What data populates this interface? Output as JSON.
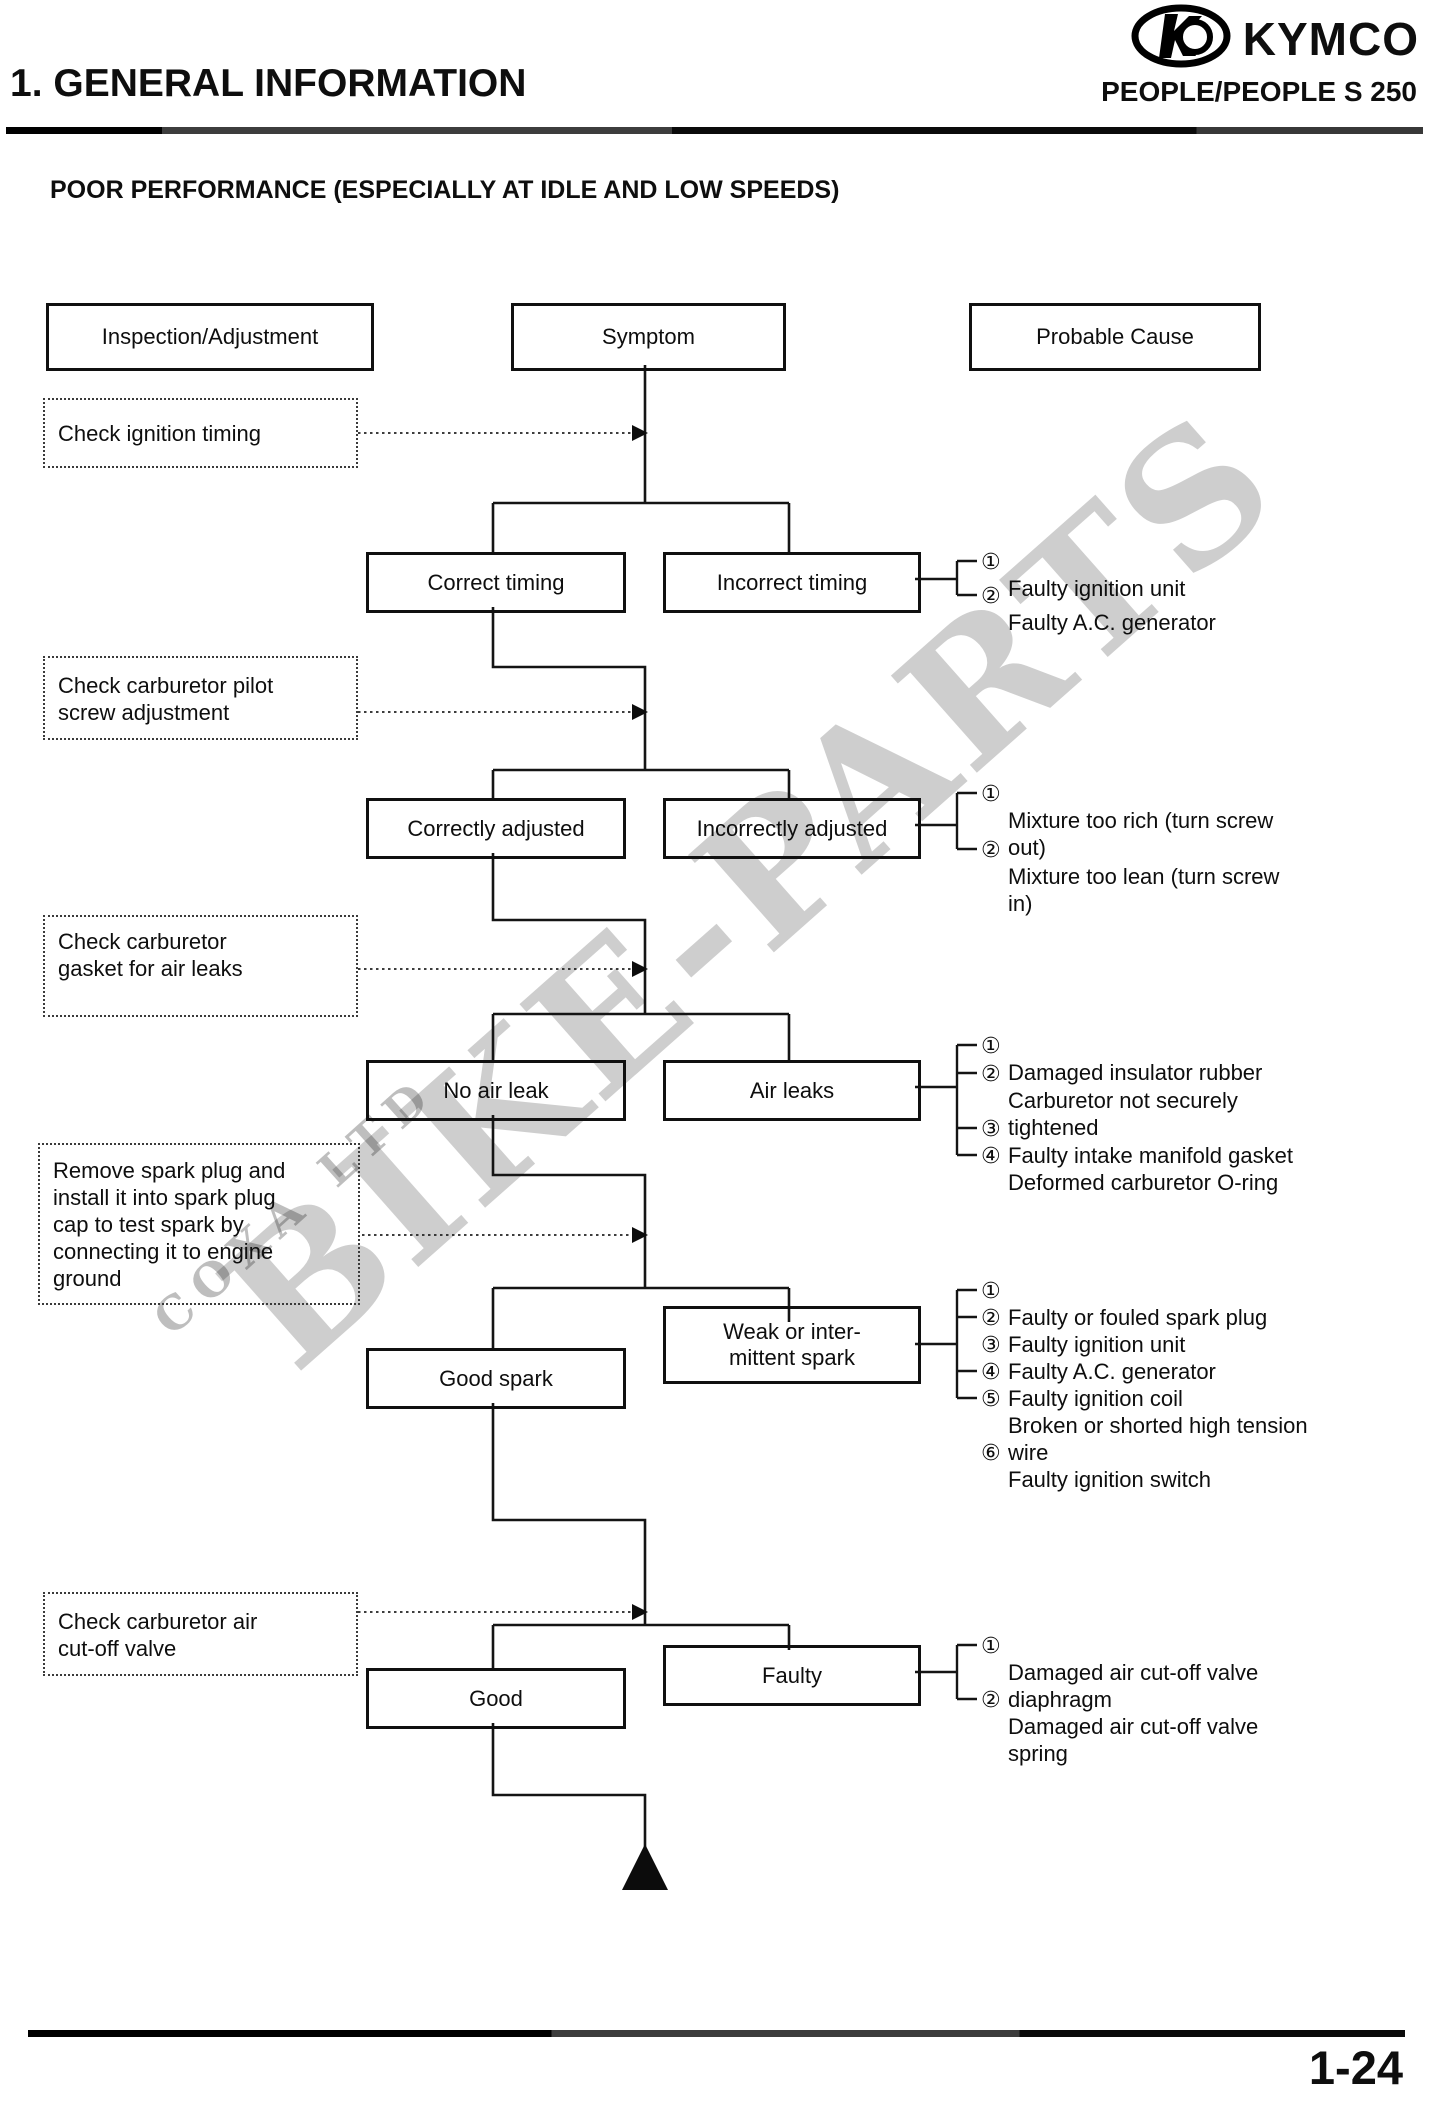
{
  "header": {
    "chapter": "1. GENERAL INFORMATION",
    "brand": "KYMCO",
    "model": "PEOPLE/PEOPLE S 250"
  },
  "page_title": "POOR PERFORMANCE (ESPECIALLY AT IDLE AND LOW SPEEDS)",
  "columns": {
    "inspection": "Inspection/Adjustment",
    "symptom": "Symptom",
    "probable_cause": "Probable Cause"
  },
  "rows": [
    {
      "inspection": "Check ignition timing",
      "pass": "Correct timing",
      "fail": "Incorrect timing",
      "causes": [
        {
          "n": "①",
          "text": "Faulty ignition unit"
        },
        {
          "n": "②",
          "text": "Faulty A.C. generator"
        }
      ]
    },
    {
      "inspection": "Check carburetor pilot\nscrew adjustment",
      "pass": "Correctly adjusted",
      "fail": "Incorrectly adjusted",
      "causes": [
        {
          "n": "①",
          "text": "Mixture too rich (turn screw\nout)"
        },
        {
          "n": "②",
          "text": "Mixture too lean (turn screw\nin)"
        }
      ]
    },
    {
      "inspection": "Check carburetor\ngasket for air leaks",
      "pass": "No air leak",
      "fail": "Air leaks",
      "causes": [
        {
          "n": "①",
          "text": "Damaged insulator rubber"
        },
        {
          "n": "②",
          "text": "Carburetor not securely\ntightened"
        },
        {
          "n": "③",
          "text": "Faulty intake manifold gasket"
        },
        {
          "n": "④",
          "text": "Deformed carburetor O-ring"
        }
      ]
    },
    {
      "inspection": "Remove spark plug and\ninstall it into spark plug\ncap to test spark by\nconnecting it to engine\nground",
      "pass": "Good spark",
      "fail": "Weak or inter-\nmittent spark",
      "causes": [
        {
          "n": "①",
          "text": "Faulty or fouled spark plug"
        },
        {
          "n": "②",
          "text": "Faulty ignition unit"
        },
        {
          "n": "③",
          "text": "Faulty A.C. generator"
        },
        {
          "n": "④",
          "text": "Faulty ignition coil"
        },
        {
          "n": "⑤",
          "text": "Broken or shorted high tension\nwire"
        },
        {
          "n": "⑥",
          "text": "Faulty ignition switch"
        }
      ]
    },
    {
      "inspection": "Check carburetor air\ncut-off valve",
      "pass": "Good",
      "fail": "Faulty",
      "causes": [
        {
          "n": "①",
          "text": "Damaged air cut-off valve\ndiaphragm"
        },
        {
          "n": "②",
          "text": "Damaged air cut-off valve\nspring"
        }
      ]
    }
  ],
  "watermark": {
    "main": "BIKE-PARTS",
    "sub": "COXA LTD"
  },
  "footer": {
    "page_number": "1-24"
  }
}
